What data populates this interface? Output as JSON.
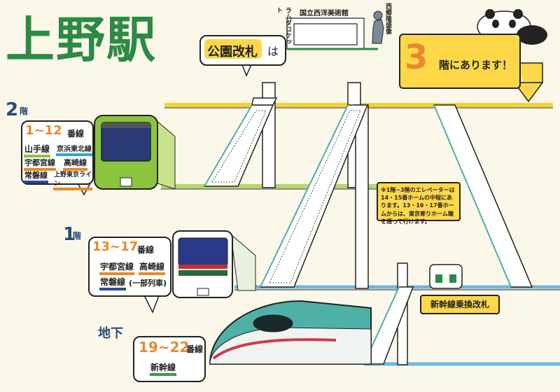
{
  "title": "上野駅",
  "callout": {
    "highlight": "公園改札",
    "suffix": "は"
  },
  "sign": {
    "floor": "3",
    "rest": "階にあります！"
  },
  "landmarks": {
    "museum_name": "国立西洋美術館",
    "rocket_label": "ラムダロケット",
    "statue_label": "西郷隆盛像"
  },
  "floors": {
    "f2": {
      "label": "2",
      "suffix": "階"
    },
    "f1": {
      "label": "1",
      "suffix": "階"
    },
    "b1": {
      "label": "地下"
    }
  },
  "platforms": {
    "f2": {
      "tracks": "1~12",
      "suffix": "番線",
      "lines": [
        {
          "name": "山手線",
          "color": "#8bc53f"
        },
        {
          "name": "京浜東北線",
          "color": "#2fa8d8"
        },
        {
          "name": "宇都宮線",
          "color": "#e88a2a"
        },
        {
          "name": "高崎線",
          "color": "#e88a2a"
        },
        {
          "name": "常磐線",
          "color": "#2a4a9a"
        },
        {
          "name": "上野東京ライン",
          "color": "#e88a2a"
        }
      ]
    },
    "f1": {
      "tracks": "13~17",
      "suffix": "番線",
      "lines": [
        {
          "name": "宇都宮線",
          "color": "#e88a2a"
        },
        {
          "name": "高崎線",
          "color": "#e88a2a"
        },
        {
          "name": "常磐線",
          "color": "#2a4a9a"
        }
      ],
      "note": "(一部列車)"
    },
    "b1": {
      "tracks": "19~22",
      "suffix": "番線",
      "lines": [
        {
          "name": "新幹線",
          "color": "#3a9a4a"
        }
      ]
    }
  },
  "elevator_note": "※1階~3階のエレベーターは14・15番ホームの中程にあります。13・16・17番ホームからは、東京寄りホーム端を通って行けます。",
  "shinkansen_gate": "新幹線乗換改札",
  "colors": {
    "green": "#2c8a45",
    "yellow": "#ffd84a",
    "orange": "#e88a2a",
    "teal": "#4fb0a8",
    "navy": "#2a4a78"
  }
}
